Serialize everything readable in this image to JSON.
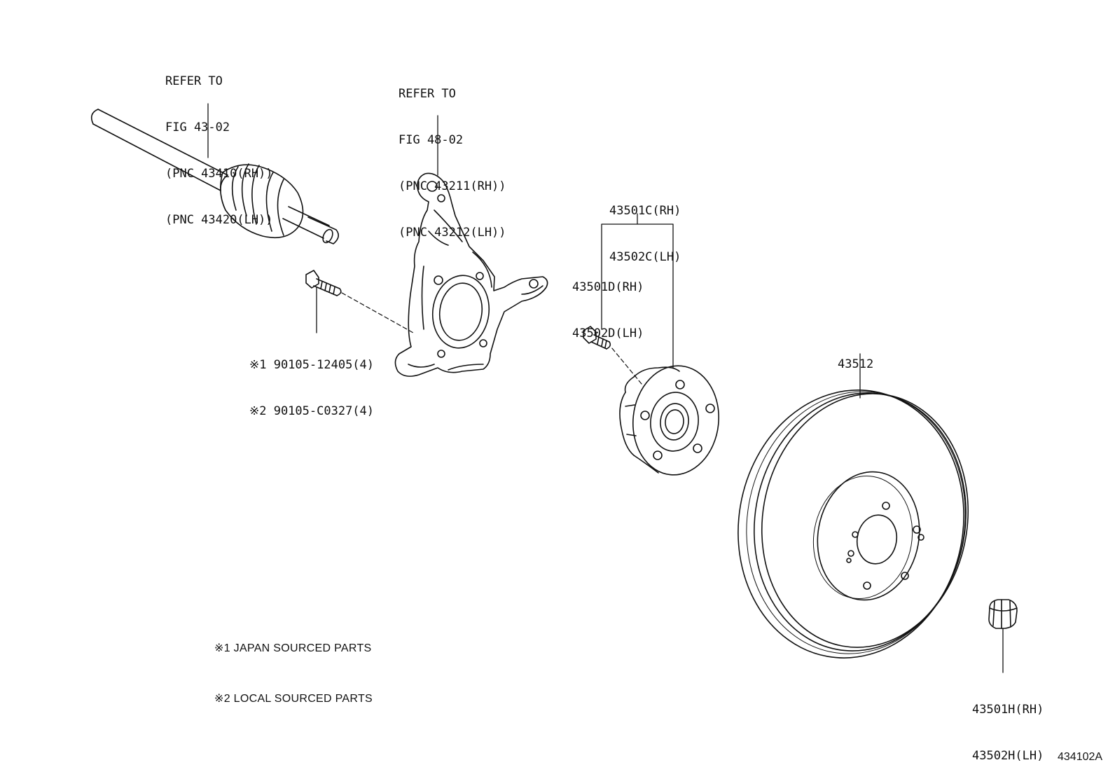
{
  "diagram": {
    "figure_id": "434102A",
    "refs": {
      "drive_shaft": [
        "REFER TO",
        "FIG 43-02",
        "(PNC 43410(RH))",
        "(PNC 43420(LH))"
      ],
      "knuckle": [
        "REFER TO",
        "FIG 48-02",
        "(PNC 43211(RH))",
        "(PNC 43212(LH))"
      ]
    },
    "parts": {
      "hub_assy": [
        "43501C(RH)",
        "43502C(LH)"
      ],
      "hub_bolt": [
        "43501D(RH)",
        "43502D(LH)"
      ],
      "knuckle_bolt": [
        "※1 90105-12405(4)",
        "※2 90105-C0327(4)"
      ],
      "disc": [
        "43512"
      ],
      "nut": [
        "43501H(RH)",
        "43502H(LH)"
      ]
    },
    "notes": [
      "※1 JAPAN SOURCED PARTS",
      "※2 LOCAL SOURCED PARTS"
    ]
  }
}
